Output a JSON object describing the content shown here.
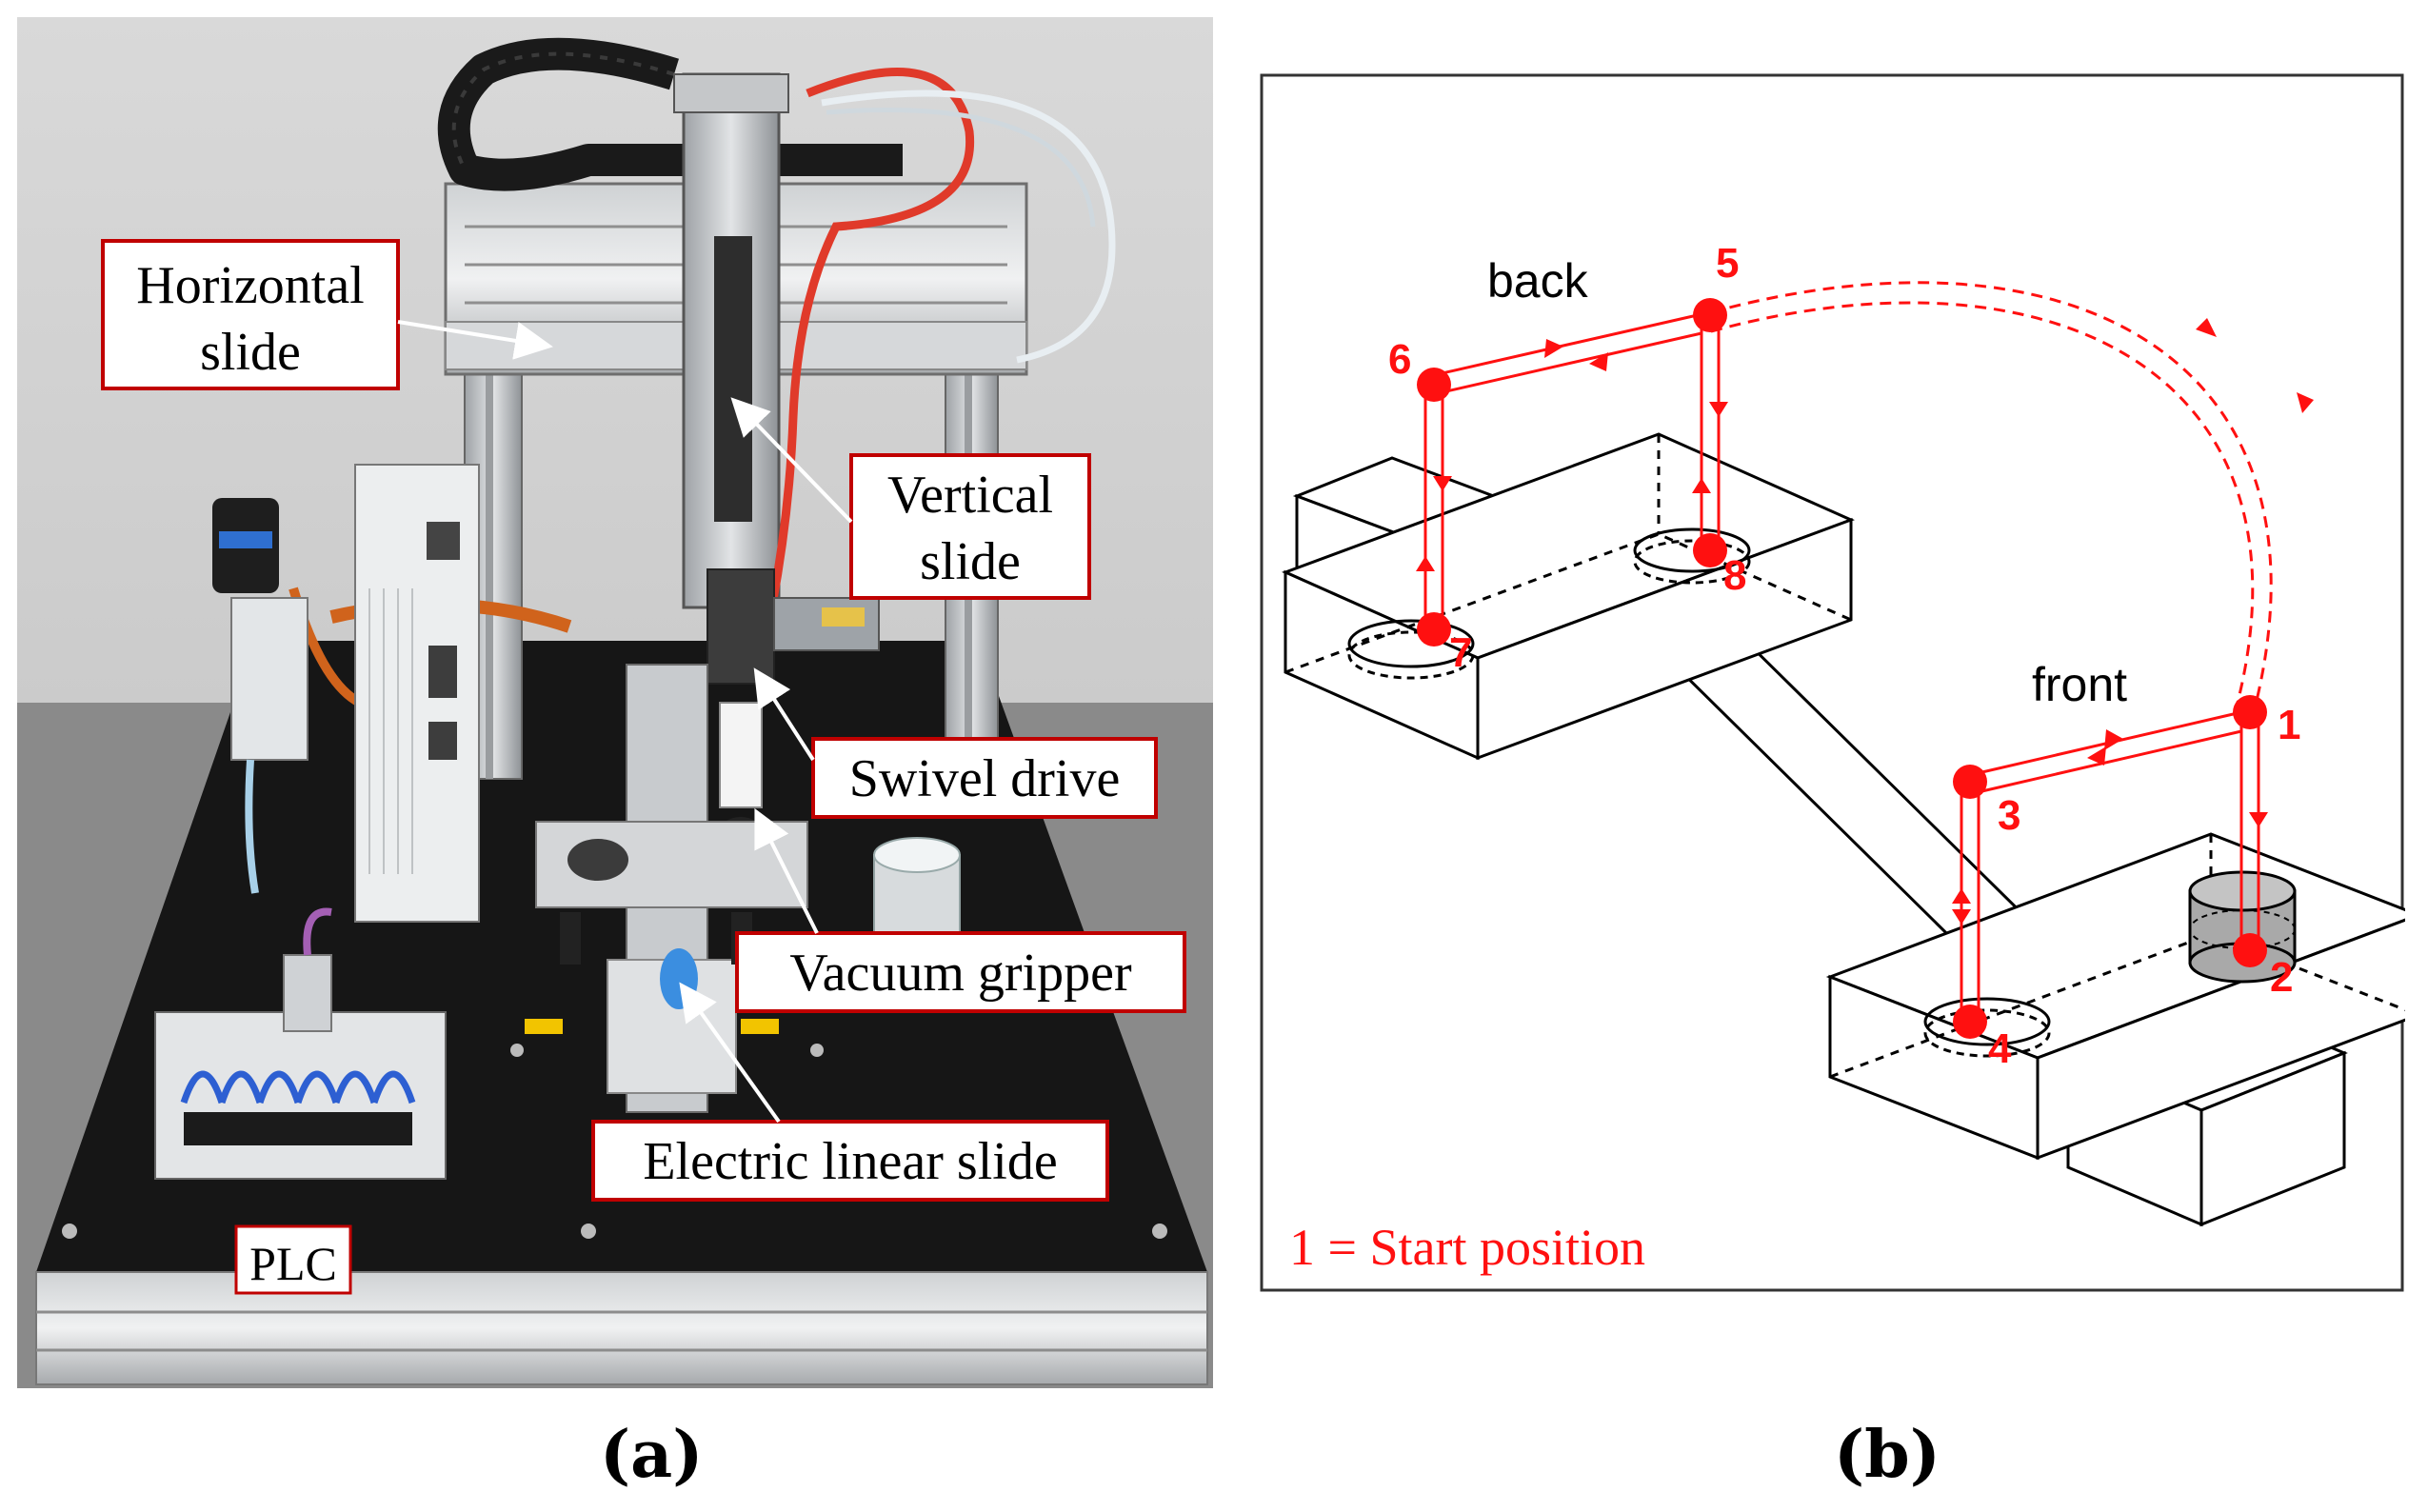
{
  "panel_a": {
    "caption": "(a)",
    "callouts": {
      "horizontal_slide": [
        "Horizontal",
        "slide"
      ],
      "vertical_slide": [
        "Vertical",
        "slide"
      ],
      "swivel_drive": "Swivel drive",
      "vacuum_gripper": "Vacuum gripper",
      "electric_linear_slide": "Electric linear slide",
      "plc": "PLC"
    }
  },
  "panel_b": {
    "caption": "(b)",
    "labels": {
      "back": "back",
      "front": "front"
    },
    "legend": "1 = Start position",
    "positions": [
      "1",
      "2",
      "3",
      "4",
      "5",
      "6",
      "7",
      "8"
    ]
  },
  "colors": {
    "path": "#ff1010",
    "callout_border": "#c00000",
    "frame": "#333333"
  }
}
